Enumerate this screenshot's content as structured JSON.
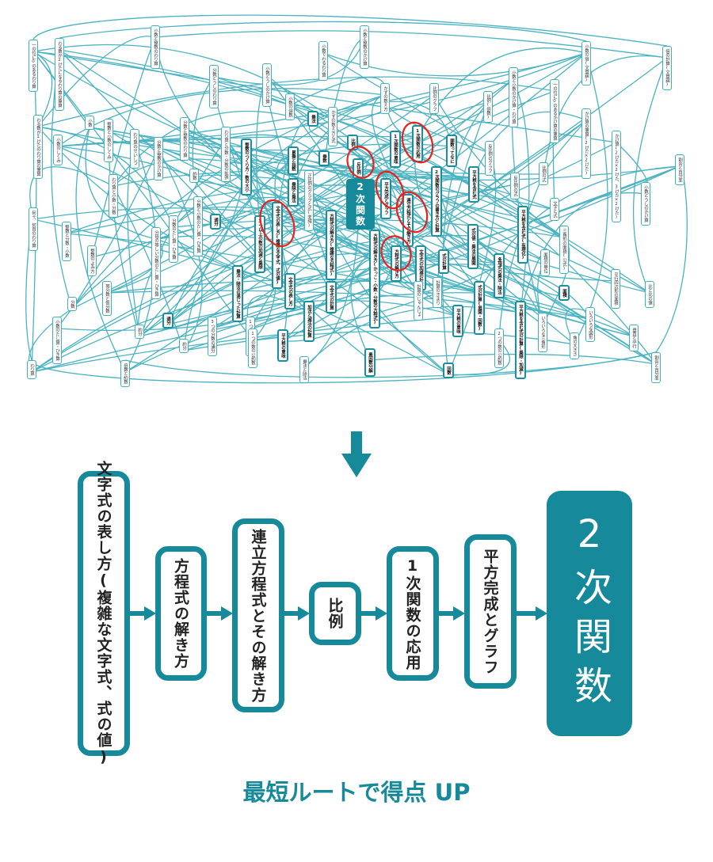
{
  "map": {
    "center_node": "2次関数",
    "nodes": [
      "一の位に0のあるわり算",
      "わる数が2けたになるわり算の筆算",
      "小数と整数のわり算",
      "小数と整数のかけ算",
      "小数でわるわり算",
      "分数どうしのわり算",
      "小数どうしのかけ算",
      "小数の倍数",
      "かずの数え方",
      "比例のグラフ",
      "小数と小数のかけ算・わり算",
      "一の位に0のあるかけ算の筆算",
      "小数の倍(文章題)",
      "倍の計算(文章題)",
      "かけ算の筆算(2けた×2けた)",
      "かけ算(2けた×2けた、3けた×2けた)",
      "割合と百分率",
      "小数どうしのかけ算",
      "比例(倍数)",
      "反比例のグラフ",
      "反比例の式",
      "比例の式",
      "文字と式",
      "わる数が1けたのわり算の筆算",
      "小数",
      "小数のしくみ",
      "整数と小数のしくみ",
      "わり算のせいしつ",
      "分数と整数のかけ算",
      "分数と整数のわり算",
      "わり算と分数・分数の拡張",
      "整数のつくり方・数の大小",
      "約数",
      "わり算と小数・分数",
      "分数と小数のたし算・ひき算",
      "分数のたし算・ひき算",
      "分母の等しい分数のたし算・ひき算",
      "通分",
      "何十、何百のわり算",
      "整数と分数・小数",
      "整数のよみ方",
      "分数",
      "帯分数と仮分数",
      "小数のたし算・ひき算",
      "約分",
      "通分",
      "約分",
      "3つの分数の通分",
      "1つの数の公倍数",
      "わり算",
      "倍数と約数",
      "乗法・除法の混じった計算",
      "累乗と指数",
      "乗法",
      "かずの数え方と式",
      "乗除と乗法",
      "乗数",
      "比例",
      "反比例",
      "1次関数の意味",
      "1次関数の応用",
      "関数ってなに",
      "平方根を含む式",
      "2次関数のグラフの書き方と計算",
      "平方完成とグラフ",
      "連立方程式とその解き方",
      "文字式の表し方(複雑な文字式、式の値)",
      "3つ以上の数の加減と乗除",
      "正比例のグラフと式(変域)",
      "方程式の解き方(複雑な方程式)",
      "方程式の解き方(かっこ・小数・分数の方程式)",
      "方程式の解き方",
      "文字式の加減の計算",
      "式の計算",
      "文字式の表し方",
      "文字式の計算",
      "加法と減法の計算",
      "計算のきまり",
      "計算のじゅんじょ",
      "平方根の意味",
      "平方根の意味",
      "素因数分解",
      "乗法と除法",
      "因数",
      "1つの数の公約数",
      "2つの数の公約数",
      "平方根を含む式(有理化)",
      "多項式の乗法・除法",
      "式の値・乗法の展開",
      "式の計算(展開・因数)",
      "平方根を含む式の計算(乗除・加減)",
      "三角形の面積(公式)",
      "面積の単位",
      "面積",
      "平行四辺形の面積",
      "いろいろな図形",
      "いろいろな三角形",
      "角の大きさ",
      "垂直と平行",
      "比と比の値",
      "割合と百分率"
    ]
  },
  "flow": {
    "steps": [
      "文字式の表し方(複雑な文字式、式の値)",
      "方程式の解き方",
      "連立方程式とその解き方",
      "比例",
      "1次関数の応用",
      "平方完成とグラフ"
    ],
    "goal": "2次関数"
  },
  "caption": "最短ルートで得点 UP",
  "colors": {
    "accent": "#16899a",
    "edge": "#4ab3c2",
    "mark": "#e8221c"
  }
}
